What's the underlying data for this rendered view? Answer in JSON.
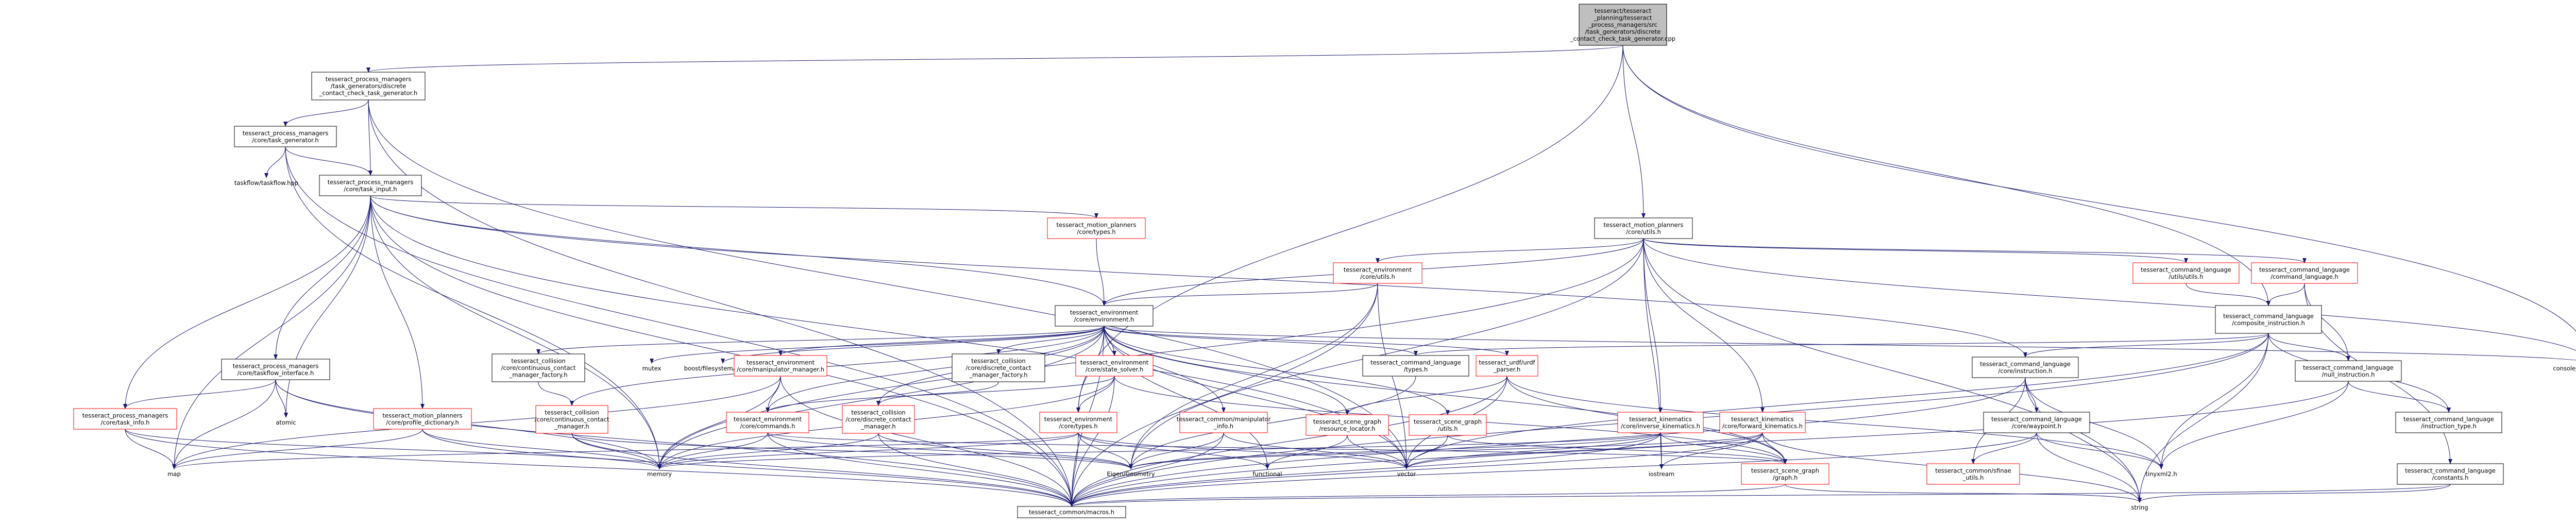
{
  "colors": {
    "edge": "#191970",
    "border_normal": "#000000",
    "border_incomplete": "#ff0000",
    "fill_root": "#bfbfbf",
    "fill_normal": "#ffffff"
  },
  "nodes": [
    {
      "id": "root",
      "kind": "root",
      "lines": [
        "tesseract/tesseract",
        "_planning/tesseract",
        "_process_managers/src",
        "/task_generators/discrete",
        "_contact_check_task_generator.cpp"
      ]
    },
    {
      "id": "pm_dcc",
      "kind": "normal",
      "lines": [
        "tesseract_process_managers",
        "/task_generators/discrete",
        "_contact_check_task_generator.h"
      ]
    },
    {
      "id": "pm_tg",
      "kind": "normal",
      "lines": [
        "tesseract_process_managers",
        "/core/task_generator.h"
      ]
    },
    {
      "id": "taskflow",
      "kind": "plain",
      "lines": [
        "taskflow/taskflow.hpp"
      ]
    },
    {
      "id": "pm_ti",
      "kind": "normal",
      "lines": [
        "tesseract_process_managers",
        "/core/task_input.h"
      ]
    },
    {
      "id": "mp_types",
      "kind": "incomplete",
      "lines": [
        "tesseract_motion_planners",
        "/core/types.h"
      ]
    },
    {
      "id": "mp_utils",
      "kind": "normal",
      "lines": [
        "tesseract_motion_planners",
        "/core/utils.h"
      ]
    },
    {
      "id": "env_utils",
      "kind": "incomplete",
      "lines": [
        "tesseract_environment",
        "/core/utils.h"
      ]
    },
    {
      "id": "cl_utils",
      "kind": "incomplete",
      "lines": [
        "tesseract_command_language",
        "/utils/utils.h"
      ]
    },
    {
      "id": "cl_cl",
      "kind": "incomplete",
      "lines": [
        "tesseract_command_language",
        "/command_language.h"
      ]
    },
    {
      "id": "cl_ci",
      "kind": "normal",
      "lines": [
        "tesseract_command_language",
        "/composite_instruction.h"
      ]
    },
    {
      "id": "pm_tfi",
      "kind": "normal",
      "lines": [
        "tesseract_process_managers",
        "/core/taskflow_interface.h"
      ]
    },
    {
      "id": "pm_tiu",
      "kind": "incomplete",
      "lines": [
        "tesseract_process_managers",
        "/core/task_info.h"
      ]
    },
    {
      "id": "atomic",
      "kind": "plain",
      "lines": [
        "atomic"
      ]
    },
    {
      "id": "mp_pd",
      "kind": "incomplete",
      "lines": [
        "tesseract_motion_planners",
        "/core/profile_dictionary.h"
      ]
    },
    {
      "id": "env",
      "kind": "normal",
      "lines": [
        "tesseract_environment",
        "/core/environment.h"
      ]
    },
    {
      "id": "cc_ccmf",
      "kind": "normal",
      "lines": [
        "tesseract_collision",
        "/core/continuous_contact",
        "_manager_factory.h"
      ]
    },
    {
      "id": "cc_ccm",
      "kind": "incomplete",
      "lines": [
        "tesseract_collision",
        "/core/continuous_contact",
        "_manager.h"
      ]
    },
    {
      "id": "mutex",
      "kind": "plain",
      "lines": [
        "mutex"
      ]
    },
    {
      "id": "boost_fs",
      "kind": "plain",
      "lines": [
        "boost/filesystem/path.hpp"
      ]
    },
    {
      "id": "env_mj",
      "kind": "incomplete",
      "lines": [
        "tesseract_environment",
        "/core/manipulator_manager.h"
      ]
    },
    {
      "id": "cd_dcmf",
      "kind": "normal",
      "lines": [
        "tesseract_collision",
        "/core/discrete_contact",
        "_manager_factory.h"
      ]
    },
    {
      "id": "env_sj",
      "kind": "incomplete",
      "lines": [
        "tesseract_environment",
        "/core/state_solver.h"
      ]
    },
    {
      "id": "env_cmds",
      "kind": "incomplete",
      "lines": [
        "tesseract_environment",
        "/core/commands.h"
      ]
    },
    {
      "id": "cd_dcm",
      "kind": "incomplete",
      "lines": [
        "tesseract_collision",
        "/core/discrete_contact",
        "_manager.h"
      ]
    },
    {
      "id": "env_types",
      "kind": "incomplete",
      "lines": [
        "tesseract_environment",
        "/core/types.h"
      ]
    },
    {
      "id": "cm_utils",
      "kind": "incomplete",
      "lines": [
        "tesseract_common/manipulator",
        "_info.h"
      ]
    },
    {
      "id": "cl_types",
      "kind": "normal",
      "lines": [
        "tesseract_command_language",
        "/types.h"
      ]
    },
    {
      "id": "urdf_parse",
      "kind": "incomplete",
      "lines": [
        "tesseract_urdf/urdf",
        "_parser.h"
      ]
    },
    {
      "id": "sg_rl",
      "kind": "incomplete",
      "lines": [
        "tesseract_scene_graph",
        "/resource_locator.h"
      ]
    },
    {
      "id": "sg_utils",
      "kind": "incomplete",
      "lines": [
        "tesseract_scene_graph",
        "/utils.h"
      ]
    },
    {
      "id": "kin_ik",
      "kind": "incomplete",
      "lines": [
        "tesseract_kinematics",
        "/core/inverse_kinematics.h"
      ]
    },
    {
      "id": "kin_fk",
      "kind": "incomplete",
      "lines": [
        "tesseract_kinematics",
        "/core/forward_kinematics.h"
      ]
    },
    {
      "id": "sg_graph",
      "kind": "incomplete",
      "lines": [
        "tesseract_scene_graph",
        "/graph.h"
      ]
    },
    {
      "id": "cl_inst",
      "kind": "normal",
      "lines": [
        "tesseract_command_language",
        "/core/instruction.h"
      ]
    },
    {
      "id": "cl_wp",
      "kind": "normal",
      "lines": [
        "tesseract_command_language",
        "/core/waypoint.h"
      ]
    },
    {
      "id": "cm_sfinae",
      "kind": "incomplete",
      "lines": [
        "tesseract_common/sfinae",
        "_utils.h"
      ]
    },
    {
      "id": "cl_ni",
      "kind": "normal",
      "lines": [
        "tesseract_command_language",
        "/null_instruction.h"
      ]
    },
    {
      "id": "cl_it",
      "kind": "normal",
      "lines": [
        "tesseract_command_language",
        "/instruction_type.h"
      ]
    },
    {
      "id": "cl_const",
      "kind": "normal",
      "lines": [
        "tesseract_command_language",
        "/constants.h"
      ]
    },
    {
      "id": "console",
      "kind": "plain",
      "lines": [
        "console_bridge/console.h"
      ]
    },
    {
      "id": "map",
      "kind": "plain",
      "lines": [
        "map"
      ]
    },
    {
      "id": "memory",
      "kind": "plain",
      "lines": [
        "memory"
      ]
    },
    {
      "id": "eigen",
      "kind": "plain",
      "lines": [
        "Eigen/Geometry"
      ]
    },
    {
      "id": "functional",
      "kind": "plain",
      "lines": [
        "functional"
      ]
    },
    {
      "id": "vector",
      "kind": "plain",
      "lines": [
        "vector"
      ]
    },
    {
      "id": "iostream",
      "kind": "plain",
      "lines": [
        "iostream"
      ]
    },
    {
      "id": "tinyxml",
      "kind": "plain",
      "lines": [
        "tinyxml2.h"
      ]
    },
    {
      "id": "string",
      "kind": "plain",
      "lines": [
        "string"
      ]
    },
    {
      "id": "macros",
      "kind": "normal",
      "lines": [
        "tesseract_common/macros.h"
      ]
    }
  ],
  "edges": [
    [
      "root",
      "pm_dcc"
    ],
    [
      "root",
      "mp_utils"
    ],
    [
      "root",
      "env_types"
    ],
    [
      "root",
      "cl_ci"
    ],
    [
      "root",
      "console"
    ],
    [
      "pm_dcc",
      "pm_tg"
    ],
    [
      "pm_dcc",
      "pm_ti"
    ],
    [
      "pm_dcc",
      "macros"
    ],
    [
      "pm_dcc",
      "vector"
    ],
    [
      "pm_tg",
      "taskflow"
    ],
    [
      "pm_tg",
      "pm_ti"
    ],
    [
      "pm_tg",
      "memory"
    ],
    [
      "pm_tg",
      "macros"
    ],
    [
      "pm_ti",
      "mp_types"
    ],
    [
      "pm_ti",
      "pm_tfi"
    ],
    [
      "pm_ti",
      "pm_tiu"
    ],
    [
      "pm_ti",
      "atomic"
    ],
    [
      "pm_ti",
      "mp_pd"
    ],
    [
      "pm_ti",
      "env"
    ],
    [
      "pm_ti",
      "map"
    ],
    [
      "pm_ti",
      "memory"
    ],
    [
      "pm_ti",
      "macros"
    ],
    [
      "pm_ti",
      "cl_inst"
    ],
    [
      "pm_ti",
      "vector"
    ],
    [
      "mp_types",
      "env"
    ],
    [
      "mp_utils",
      "env_utils"
    ],
    [
      "mp_utils",
      "cl_utils"
    ],
    [
      "mp_utils",
      "cl_cl"
    ],
    [
      "mp_utils",
      "env"
    ],
    [
      "mp_utils",
      "kin_ik"
    ],
    [
      "mp_utils",
      "kin_fk"
    ],
    [
      "mp_utils",
      "memory"
    ],
    [
      "mp_utils",
      "eigen"
    ],
    [
      "mp_utils",
      "string"
    ],
    [
      "mp_utils",
      "console"
    ],
    [
      "mp_utils",
      "iostream"
    ],
    [
      "env_utils",
      "env"
    ],
    [
      "env_utils",
      "eigen"
    ],
    [
      "env_utils",
      "vector"
    ],
    [
      "env_utils",
      "macros"
    ],
    [
      "cl_utils",
      "cl_ci"
    ],
    [
      "cl_cl",
      "cl_ci"
    ],
    [
      "cl_cl",
      "cl_ni"
    ],
    [
      "cl_cl",
      "cl_const"
    ],
    [
      "cl_ci",
      "cl_inst"
    ],
    [
      "cl_ci",
      "cl_ni"
    ],
    [
      "cl_ci",
      "cl_it"
    ],
    [
      "cl_ci",
      "cl_types"
    ],
    [
      "cl_ci",
      "vector"
    ],
    [
      "cl_ci",
      "string"
    ],
    [
      "cl_ci",
      "macros"
    ],
    [
      "cl_ci",
      "tinyxml"
    ],
    [
      "pm_tfi",
      "pm_tiu"
    ],
    [
      "pm_tfi",
      "map"
    ],
    [
      "pm_tfi",
      "atomic"
    ],
    [
      "pm_tfi",
      "macros"
    ],
    [
      "pm_tfi",
      "memory"
    ],
    [
      "pm_tiu",
      "map"
    ],
    [
      "pm_tiu",
      "memory"
    ],
    [
      "pm_tiu",
      "macros"
    ],
    [
      "mp_pd",
      "memory"
    ],
    [
      "mp_pd",
      "macros"
    ],
    [
      "mp_pd",
      "map"
    ],
    [
      "env",
      "cc_ccmf"
    ],
    [
      "env",
      "cc_ccm"
    ],
    [
      "env",
      "mutex"
    ],
    [
      "env",
      "boost_fs"
    ],
    [
      "env",
      "env_mj"
    ],
    [
      "env",
      "cd_dcmf"
    ],
    [
      "env",
      "env_sj"
    ],
    [
      "env",
      "env_cmds"
    ],
    [
      "env",
      "cd_dcm"
    ],
    [
      "env",
      "env_types"
    ],
    [
      "env",
      "cm_utils"
    ],
    [
      "env",
      "cl_types"
    ],
    [
      "env",
      "urdf_parse"
    ],
    [
      "env",
      "sg_rl"
    ],
    [
      "env",
      "sg_utils"
    ],
    [
      "env",
      "sg_graph"
    ],
    [
      "env",
      "memory"
    ],
    [
      "env",
      "vector"
    ],
    [
      "env",
      "functional"
    ],
    [
      "env",
      "console"
    ],
    [
      "env",
      "macros"
    ],
    [
      "cc_ccmf",
      "cc_ccm"
    ],
    [
      "cc_ccm",
      "memory"
    ],
    [
      "cc_ccm",
      "eigen"
    ],
    [
      "cc_ccm",
      "macros"
    ],
    [
      "env_mj",
      "env_cmds"
    ],
    [
      "env_mj",
      "memory"
    ],
    [
      "env_mj",
      "map"
    ],
    [
      "env_mj",
      "macros"
    ],
    [
      "cd_dcmf",
      "cd_dcm"
    ],
    [
      "env_sj",
      "env_types"
    ],
    [
      "env_sj",
      "env_cmds"
    ],
    [
      "env_sj",
      "sg_graph"
    ],
    [
      "env_sj",
      "memory"
    ],
    [
      "env_sj",
      "macros"
    ],
    [
      "env_cmds",
      "memory"
    ],
    [
      "env_cmds",
      "eigen"
    ],
    [
      "env_cmds",
      "macros"
    ],
    [
      "env_cmds",
      "sg_graph"
    ],
    [
      "cd_dcm",
      "memory"
    ],
    [
      "cd_dcm",
      "macros"
    ],
    [
      "cd_dcm",
      "eigen"
    ],
    [
      "env_types",
      "eigen"
    ],
    [
      "env_types",
      "memory"
    ],
    [
      "env_types",
      "macros"
    ],
    [
      "env_types",
      "functional"
    ],
    [
      "env_types",
      "vector"
    ],
    [
      "env_types",
      "map"
    ],
    [
      "cm_utils",
      "eigen"
    ],
    [
      "cm_utils",
      "macros"
    ],
    [
      "cm_utils",
      "vector"
    ],
    [
      "cl_types",
      "eigen"
    ],
    [
      "urdf_parse",
      "sg_rl"
    ],
    [
      "urdf_parse",
      "sg_graph"
    ],
    [
      "urdf_parse",
      "tinyxml"
    ],
    [
      "urdf_parse",
      "vector"
    ],
    [
      "urdf_parse",
      "macros"
    ],
    [
      "sg_rl",
      "functional"
    ],
    [
      "sg_rl",
      "vector"
    ],
    [
      "sg_utils",
      "sg_graph"
    ],
    [
      "sg_utils",
      "vector"
    ],
    [
      "kin_ik",
      "eigen"
    ],
    [
      "kin_ik",
      "vector"
    ],
    [
      "kin_ik",
      "memory"
    ],
    [
      "kin_ik",
      "iostream"
    ],
    [
      "kin_ik",
      "macros"
    ],
    [
      "kin_ik",
      "sg_graph"
    ],
    [
      "kin_fk",
      "eigen"
    ],
    [
      "kin_fk",
      "vector"
    ],
    [
      "kin_fk",
      "iostream"
    ],
    [
      "kin_fk",
      "macros"
    ],
    [
      "kin_fk",
      "sg_graph"
    ],
    [
      "kin_fk",
      "string"
    ],
    [
      "sg_graph",
      "macros"
    ],
    [
      "sg_graph",
      "string"
    ],
    [
      "cl_inst",
      "cl_wp"
    ],
    [
      "cl_inst",
      "cm_sfinae"
    ],
    [
      "cl_inst",
      "macros"
    ],
    [
      "cl_inst",
      "string"
    ],
    [
      "cl_inst",
      "tinyxml"
    ],
    [
      "cl_wp",
      "cm_sfinae"
    ],
    [
      "cl_wp",
      "macros"
    ],
    [
      "cl_wp",
      "tinyxml"
    ],
    [
      "cl_wp",
      "string"
    ],
    [
      "cl_ni",
      "cl_it"
    ],
    [
      "cl_ni",
      "macros"
    ],
    [
      "cl_ni",
      "tinyxml"
    ],
    [
      "cl_const",
      "string"
    ],
    [
      "cl_const",
      "macros"
    ]
  ]
}
